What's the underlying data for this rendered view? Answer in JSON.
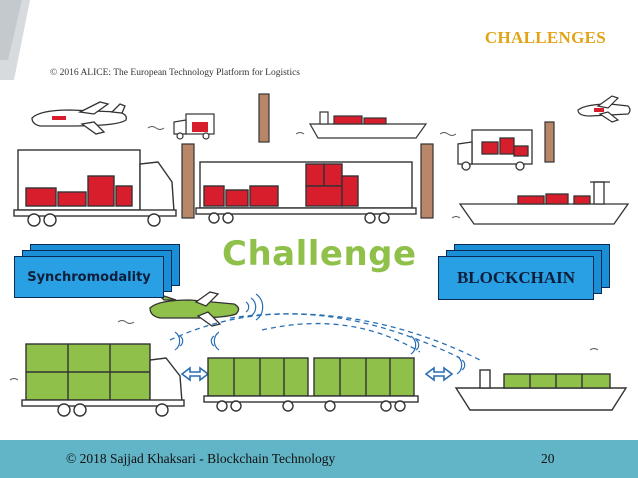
{
  "slide": {
    "title": "CHALLENGES",
    "source_note": "© 2016 ALICE: The European Technology Platform for Logistics",
    "center_text": "Challenge",
    "left_box_label": "Synchromodality",
    "right_box_label": "BLOCKCHAIN",
    "footer_text": "© 2018 Sajjad Khaksari - Blockchain Technology",
    "page_number": "20"
  },
  "colors": {
    "title": "#e2a416",
    "cargo_red": "#d81e2c",
    "cargo_green": "#8fc04a",
    "box_blue": "#29a0e3",
    "footer_bar": "#62b5c7"
  }
}
